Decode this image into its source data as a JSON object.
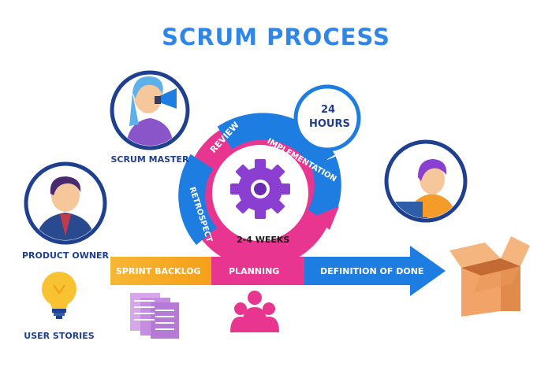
{
  "title": "SCRUM PROCESS",
  "roles": {
    "scrum_master": "SCRUM MASTER",
    "product_owner": "PRODUCT OWNER",
    "user_stories": "USER STORIES"
  },
  "cycle": {
    "review": "REVIEW",
    "implementation": "IMPLEMENTATION",
    "retrospect": "RETROSPECT",
    "duration": "2-4 WEEKS",
    "daily": "24 HOURS"
  },
  "flow": {
    "sprint_backlog": "SPRINT BACKLOG",
    "planning": "PLANNING",
    "definition_of_done": "DEFINITION OF DONE"
  },
  "colors": {
    "title_blue": "#2f86e6",
    "navy": "#1f3f8f",
    "magenta": "#e8358f",
    "blue": "#1e7de0",
    "orange": "#f5a623",
    "gear_purple": "#8a3fd1"
  }
}
